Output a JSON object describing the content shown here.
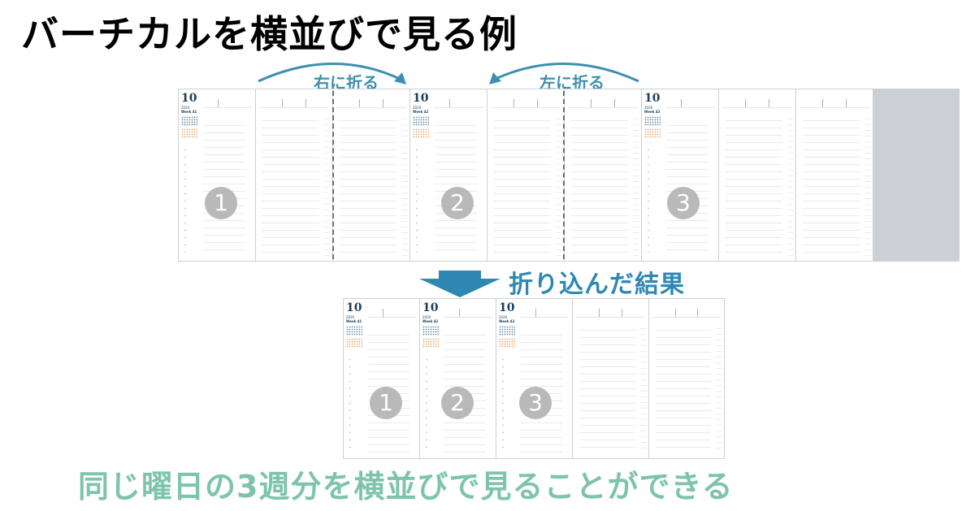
{
  "title": "バーチカルを横並びで見る例",
  "fold_labels": {
    "right": "右に折る",
    "left": "左に折る"
  },
  "result_label": "折り込んだ結果",
  "bottom_caption": "同じ曜日の3週分を横並びで見ることができる",
  "planner": {
    "month": "10",
    "year": "2020",
    "weeks": [
      "Week 41",
      "Week 42",
      "Week 43"
    ],
    "circle_numbers": [
      "1",
      "2",
      "3"
    ]
  },
  "colors": {
    "arrow_blue": "#3e8fb0",
    "caption_green": "#7ec4ad",
    "circle_gray": "#b9b9b9"
  }
}
